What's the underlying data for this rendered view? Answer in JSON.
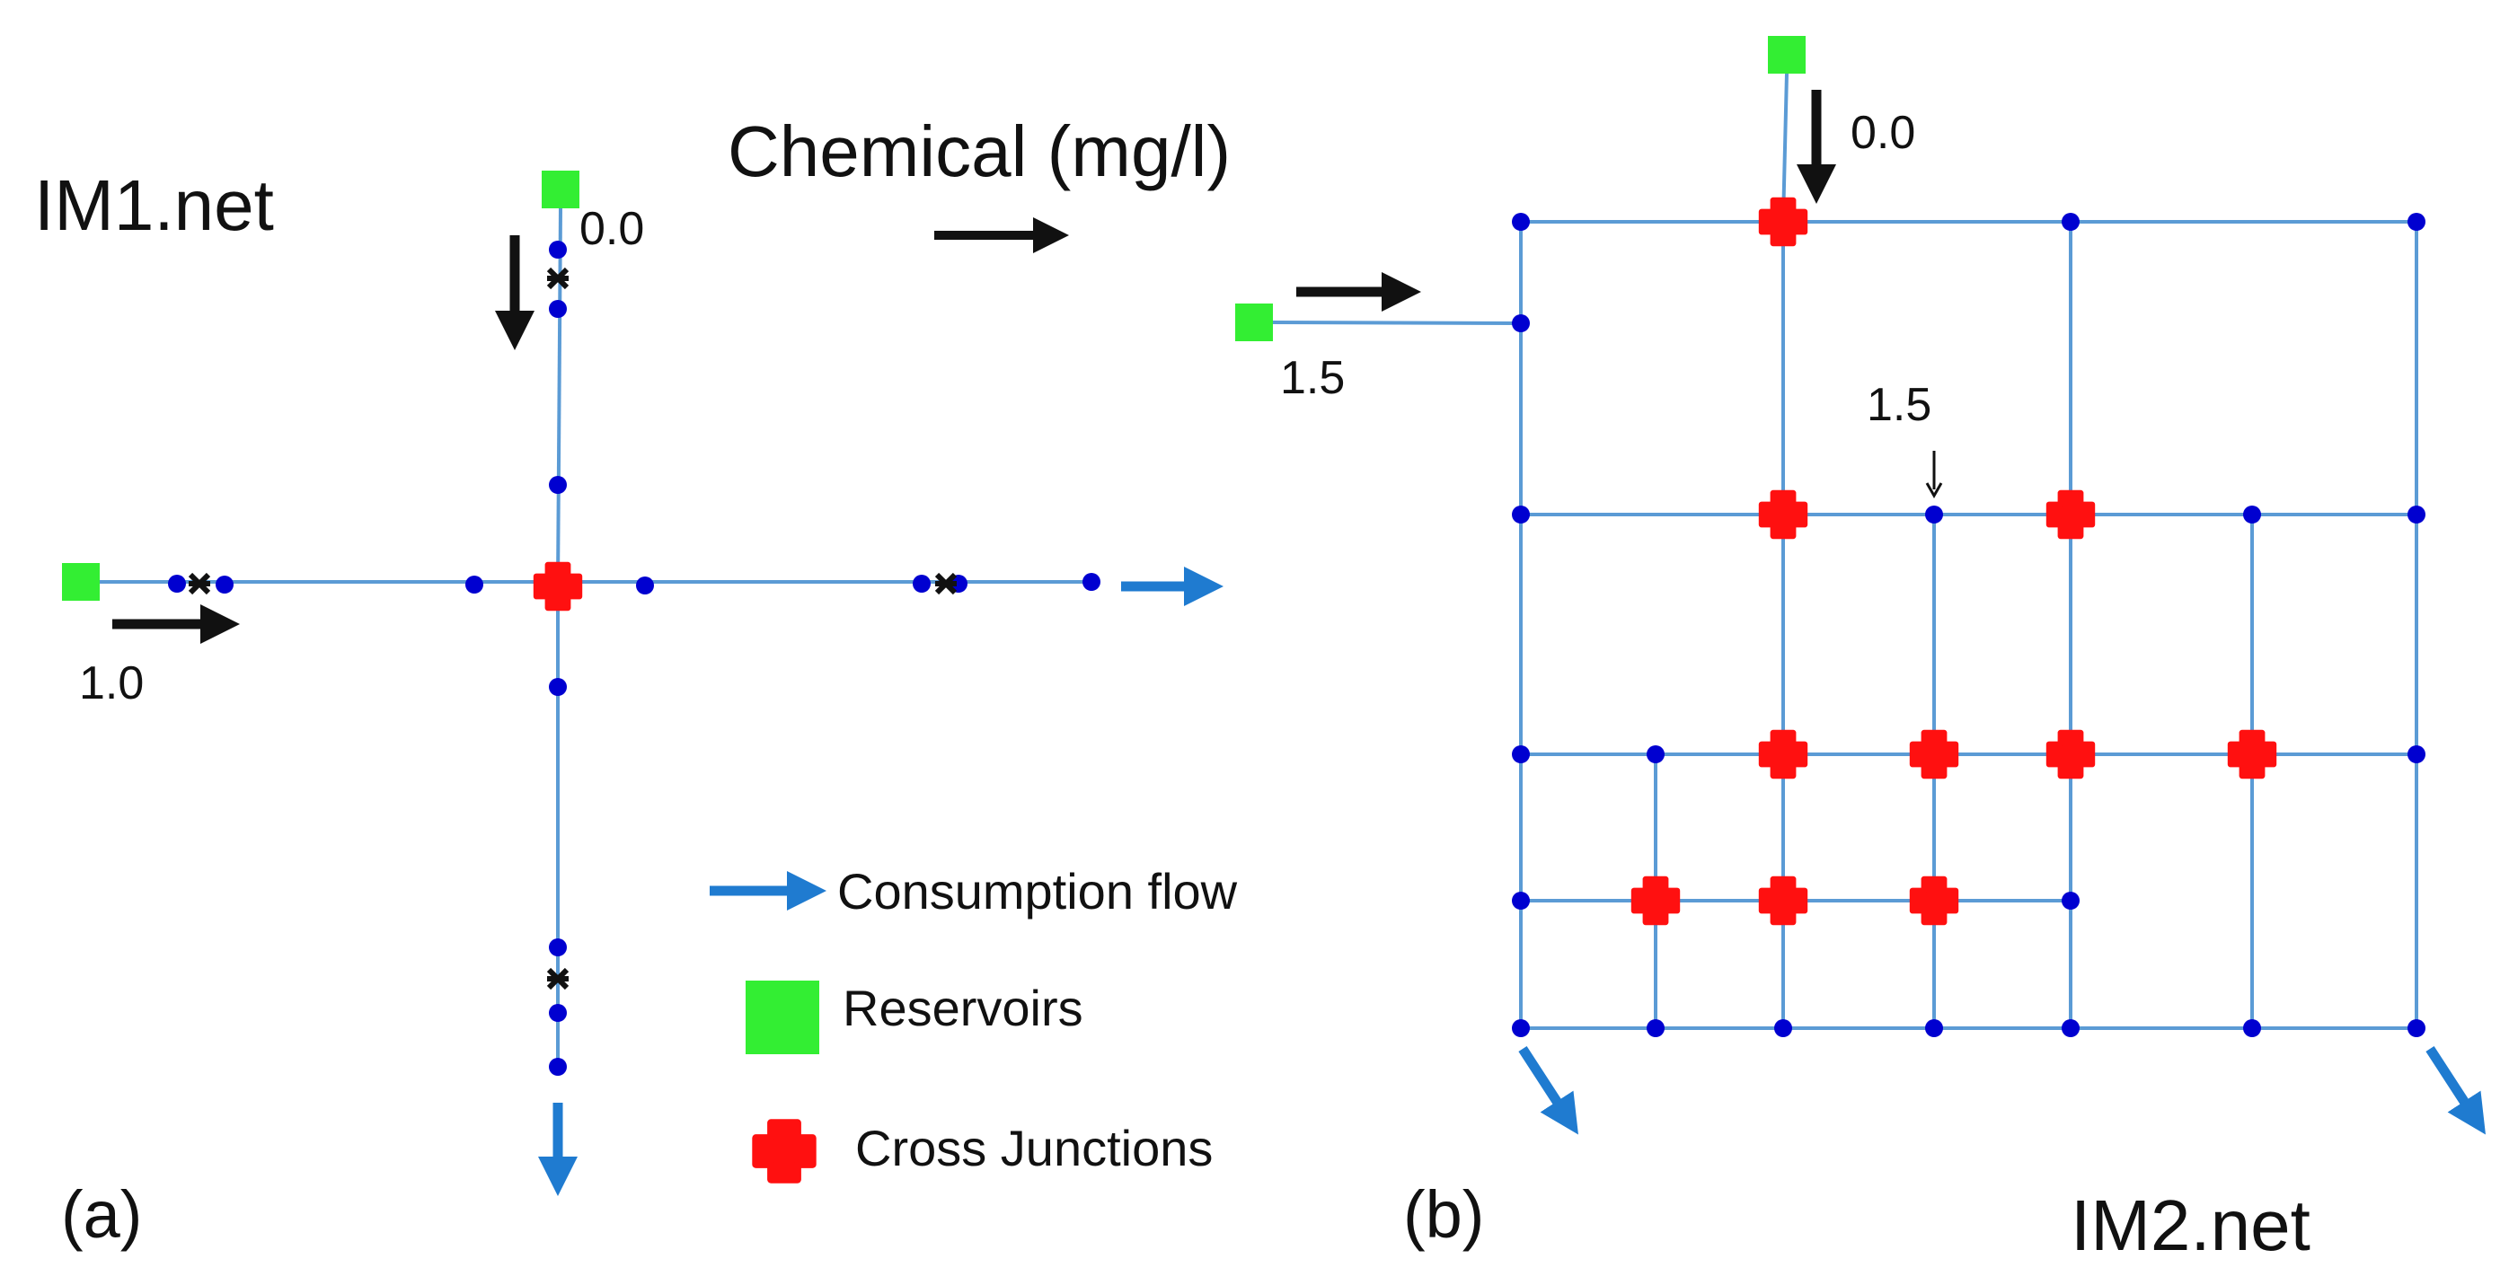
{
  "title": "Chemical (mg/l)",
  "colors": {
    "pipe": "#5b9bd5",
    "node": "#0000d0",
    "reservoir": "#33ee33",
    "cross_junction": "#ff1010",
    "flow_arrow": "#111111",
    "consumption_arrow": "#1f7bd0",
    "valve": "#111111"
  },
  "panel_a": {
    "network_name": "IM1.net",
    "panel_label": "(a)",
    "inflow_top": "0.0",
    "inflow_left": "1.0"
  },
  "panel_b": {
    "network_name": "IM2.net",
    "panel_label": "(b)",
    "inflow_top": "0.0",
    "inflow_left": "1.5",
    "node_reading": "1.5"
  },
  "legend": {
    "consumption_flow": "Consumption flow",
    "reservoirs": "Reservoirs",
    "cross_junctions": "Cross Junctions"
  },
  "icons": {
    "reservoir": "reservoir-icon",
    "cross_junction": "cross-junction-icon",
    "consumption": "consumption-arrow-icon",
    "flow": "flow-arrow-icon",
    "valve": "valve-icon"
  }
}
